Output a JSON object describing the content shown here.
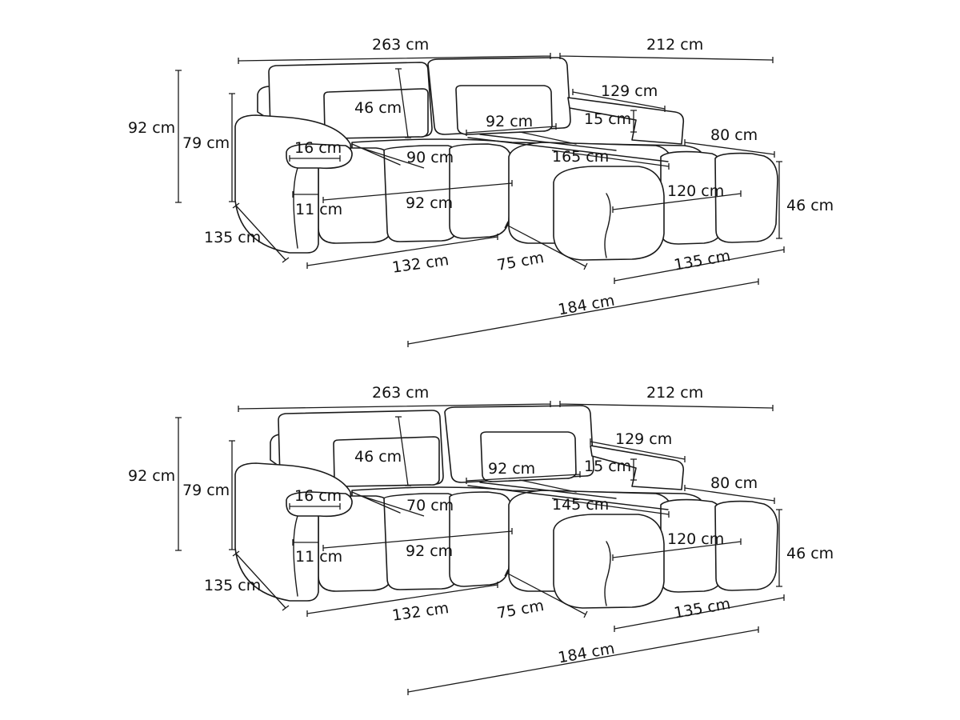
{
  "diagrams": [
    {
      "id": "top",
      "dimensions": {
        "total_width": "263 cm",
        "chaise_width": "212 cm",
        "total_height": "92 cm",
        "seat_back_height": "79 cm",
        "cushion_height": "46 cm",
        "headrest_adjust": "129 cm",
        "back_cushion_width": "92 cm",
        "backrest_depth": "15 cm",
        "chaise_depth": "80 cm",
        "armrest_width": "16 cm",
        "seat_depth": "90 cm",
        "chaise_seat_length": "165 cm",
        "chaise_seat_width": "120 cm",
        "seat_height": "46 cm",
        "armrest_inner": "11 cm",
        "seat_width": "92 cm",
        "side_depth": "135 cm",
        "front_width": "132 cm",
        "chaise_front": "75 cm",
        "chaise_length": "135 cm",
        "overall_length": "184 cm"
      }
    },
    {
      "id": "bottom",
      "dimensions": {
        "total_width": "263 cm",
        "chaise_width": "212 cm",
        "total_height": "92 cm",
        "seat_back_height": "79 cm",
        "cushion_height": "46 cm",
        "headrest_adjust": "129 cm",
        "back_cushion_width": "92 cm",
        "backrest_depth": "15 cm",
        "chaise_depth": "80 cm",
        "armrest_width": "16 cm",
        "seat_depth": "70 cm",
        "chaise_seat_length": "145 cm",
        "chaise_seat_width": "120 cm",
        "seat_height": "46 cm",
        "armrest_inner": "11 cm",
        "seat_width": "92 cm",
        "side_depth": "135 cm",
        "front_width": "132 cm",
        "chaise_front": "75 cm",
        "chaise_length": "135 cm",
        "overall_length": "184 cm"
      }
    }
  ]
}
